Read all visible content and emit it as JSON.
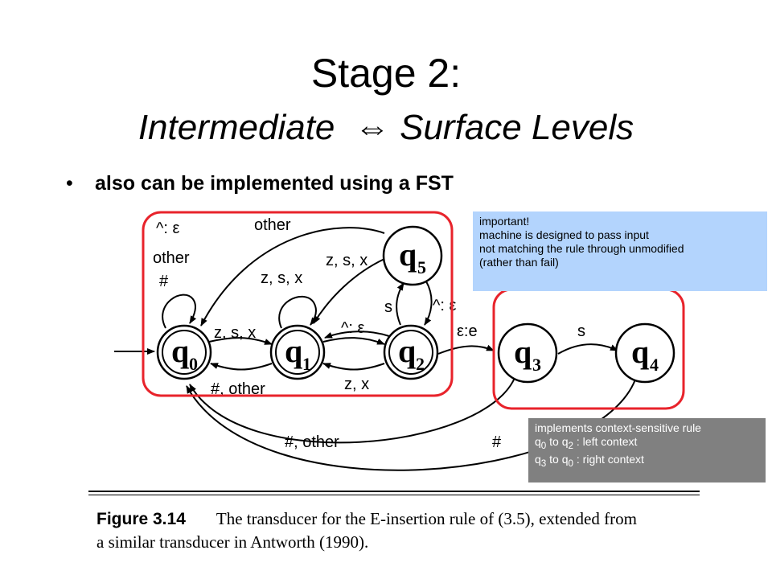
{
  "slide": {
    "title": "Stage 2:",
    "subtitle_left": "Intermediate",
    "subtitle_arrow": "⇔",
    "subtitle_right": "Surface Levels",
    "bullet_symbol": "•",
    "bullet_text": "also can be implemented using a FST"
  },
  "diagram": {
    "states": [
      {
        "name": "q",
        "sub": "0"
      },
      {
        "name": "q",
        "sub": "1"
      },
      {
        "name": "q",
        "sub": "2"
      },
      {
        "name": "q",
        "sub": "3"
      },
      {
        "name": "q",
        "sub": "4"
      },
      {
        "name": "q",
        "sub": "5"
      }
    ],
    "labels": {
      "q0_loop": [
        "^: ε",
        "other",
        "#"
      ],
      "top_other": "other",
      "q0_q1": "z, s, x",
      "q1_loop": "z, s, x",
      "q2_q5_left": "s",
      "q5_q1": "z, s, x",
      "q5_q2": "^: ε",
      "q2_q1": "^: ε",
      "q2_q3": "ε:e",
      "q3_q4": "s",
      "q1_q0": "#, other",
      "q2_q1_bottom": "z, x",
      "q3_q0": "#, other",
      "q4_q0": "#"
    }
  },
  "notes": {
    "important": {
      "heading": "important!",
      "lines": [
        "machine is designed to pass input",
        "not matching the rule through unmodified",
        "(rather than fail)"
      ]
    },
    "context": {
      "line1": "implements context-sensitive rule",
      "line2_a": "q",
      "line2_s1": "0",
      "line2_b": " to q",
      "line2_s2": "2",
      "line2_c": " : left context",
      "line3_a": "q",
      "line3_s1": "3",
      "line3_b": " to q",
      "line3_s2": "0",
      "line3_c": " : right context"
    }
  },
  "caption": {
    "figure": "Figure 3.14",
    "line1": "The transducer for the E-insertion rule of (3.5), extended from",
    "line2": "a similar transducer in Antworth (1990)."
  },
  "colors": {
    "highlight_red": "#e8232b",
    "note_blue": "#b3d4fd",
    "note_gray": "#808080"
  }
}
